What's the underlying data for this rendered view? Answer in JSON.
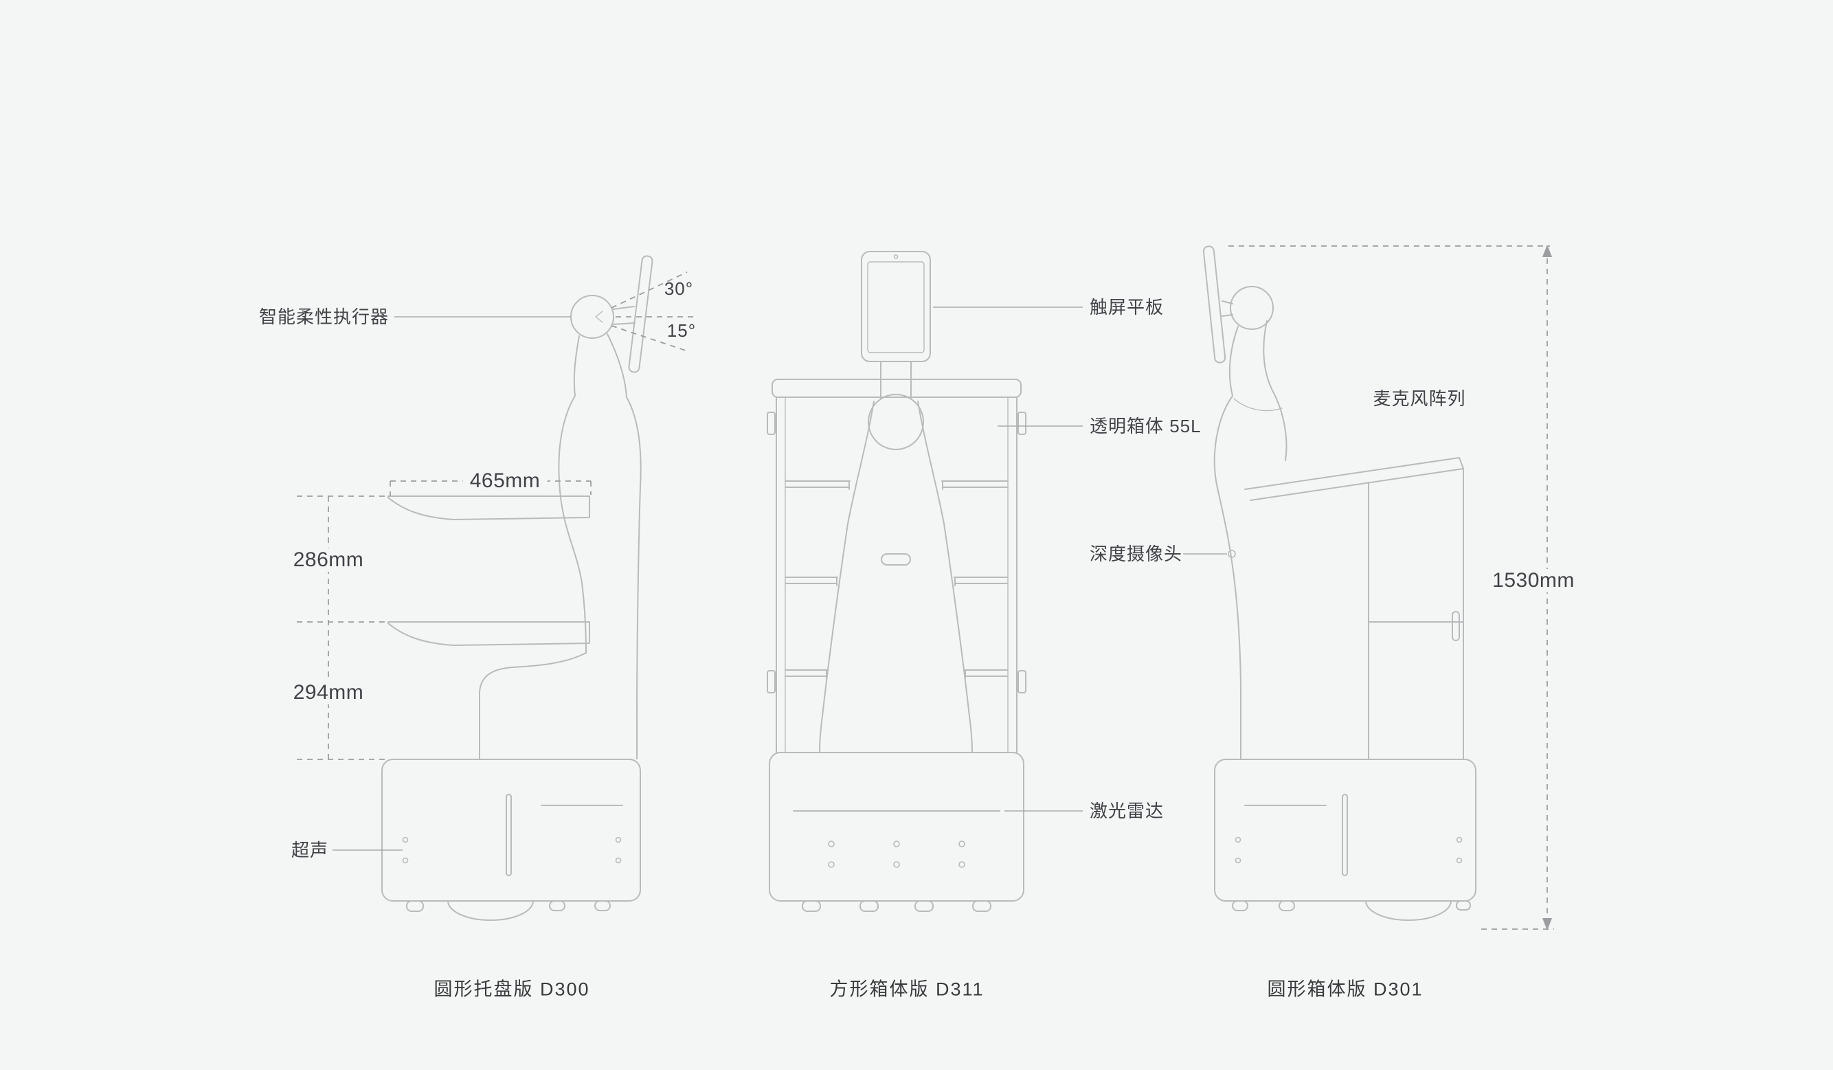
{
  "page": {
    "background": "#f4f5f5"
  },
  "colors": {
    "background": "#f4f5f5",
    "line": "#b9babc",
    "dash": "#9b9da0",
    "leader": "#a9abad",
    "text": "#404347",
    "caption": "#37393c"
  },
  "annotations": {
    "actuator": "智能柔性执行器",
    "angle_upper": "30°",
    "angle_lower": "15°",
    "tray_width": "465mm",
    "tray_gap_upper": "286mm",
    "tray_gap_lower": "294mm",
    "ultrasonic": "超声",
    "touchscreen": "触屏平板",
    "transparent_box": "透明箱体 55L",
    "depth_camera": "深度摄像头",
    "lidar": "激光雷达",
    "mic_array": "麦克风阵列",
    "total_height": "1530mm"
  },
  "captions": {
    "d300": "圆形托盘版 D300",
    "d311": "方形箱体版 D311",
    "d301": "圆形箱体版 D301"
  }
}
